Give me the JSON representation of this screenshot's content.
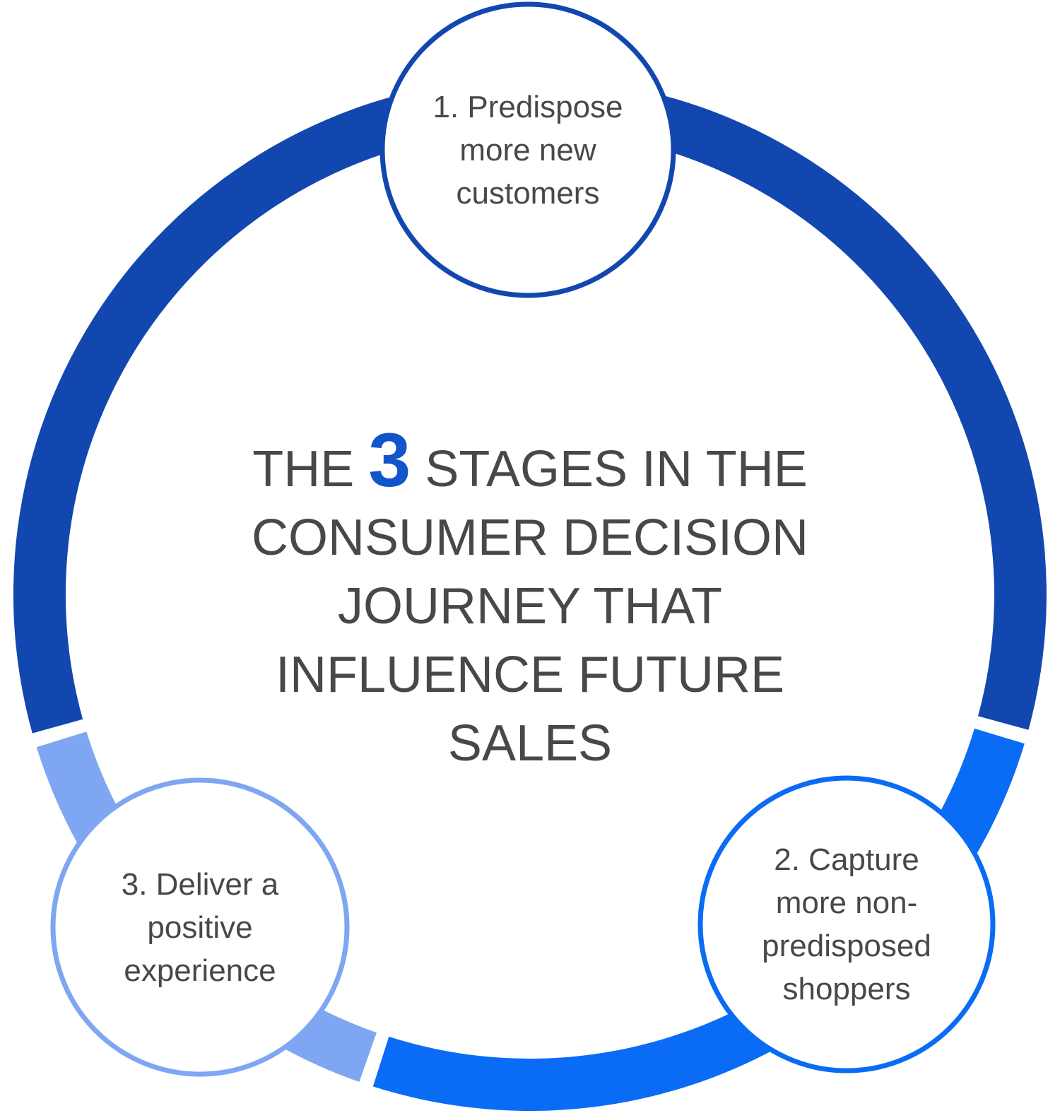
{
  "title": {
    "pre": "THE ",
    "number": "3",
    "lines": [
      " STAGES IN THE",
      "CONSUMER DECISION",
      "JOURNEY THAT",
      "INFLUENCE FUTURE",
      "SALES"
    ]
  },
  "nodes": [
    {
      "label": "1. Predispose more new customers",
      "lines": [
        "1. Predispose",
        "more new",
        "customers"
      ],
      "color": "#1347B0"
    },
    {
      "label": "2. Capture more non-predisposed shoppers",
      "lines": [
        "2. Capture",
        "more non-",
        "predisposed",
        "shoppers"
      ],
      "color": "#0A6CF5"
    },
    {
      "label": "3. Deliver a positive experience",
      "lines": [
        "3. Deliver a",
        "positive",
        "experience"
      ],
      "color": "#7EA6F2"
    }
  ],
  "colors": {
    "segment_dark": "#1347B0",
    "segment_bright": "#0A6CF5",
    "segment_light": "#7EA6F2",
    "node_fill": "#ffffff",
    "number_accent": "#1254C9",
    "text": "#484848"
  }
}
